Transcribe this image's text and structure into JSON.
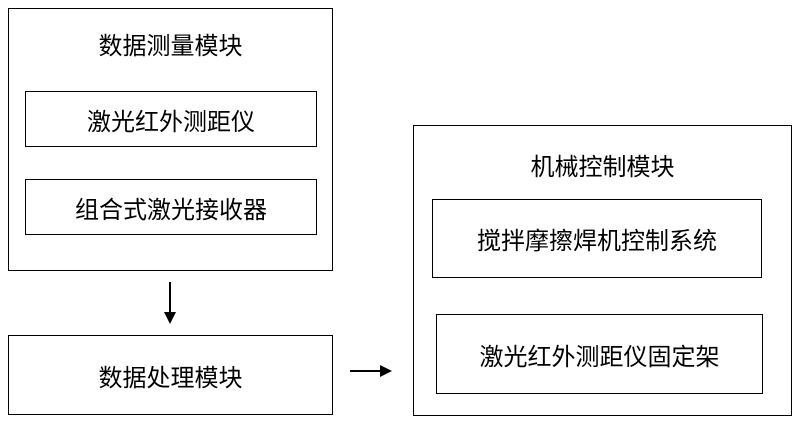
{
  "data_measurement_module": {
    "title": "数据测量模块",
    "items": [
      "激光红外测距仪",
      "组合式激光接收器"
    ]
  },
  "data_processing_module": {
    "title": "数据处理模块"
  },
  "mechanical_control_module": {
    "title": "机械控制模块",
    "items": [
      "搅拌摩擦焊机控制系统",
      "激光红外测距仪固定架"
    ]
  },
  "colors": {
    "line": "#000000",
    "background": "#ffffff"
  }
}
